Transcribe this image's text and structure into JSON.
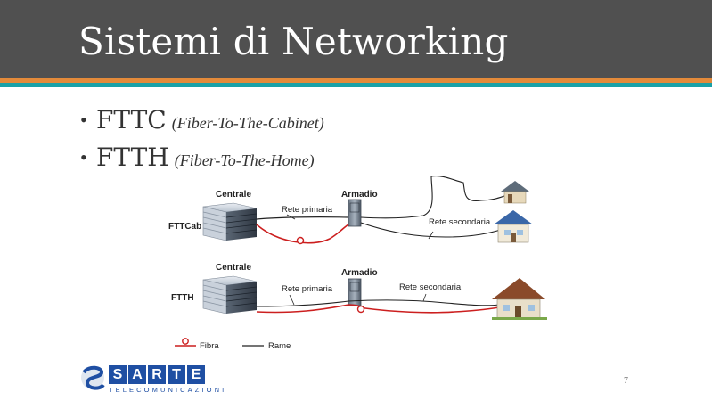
{
  "slide": {
    "title": "Sistemi di Networking",
    "bullets": [
      {
        "main": "FTTC",
        "sub": "(Fiber-To-The-Cabinet)"
      },
      {
        "main": "FTTH",
        "sub": "(Fiber-To-The-Home)"
      }
    ],
    "page_number": "7"
  },
  "diagram": {
    "fttc": {
      "label": "FTTCab",
      "centrale": "Centrale",
      "armadio": "Armadio",
      "rete_primaria": "Rete primaria",
      "rete_secondaria": "Rete secondaria"
    },
    "ftth": {
      "label": "FTTH",
      "centrale": "Centrale",
      "armadio": "Armadio",
      "rete_primaria": "Rete primaria",
      "rete_secondaria": "Rete secondaria"
    },
    "legend": {
      "fibra": "Fibra",
      "rame": "Rame"
    },
    "colors": {
      "fibra": "#cc1f1f",
      "rame": "#222222"
    }
  },
  "logo": {
    "letters": [
      "S",
      "A",
      "R",
      "T",
      "E"
    ],
    "subtitle": "TELECOMUNICAZIONI"
  },
  "theme": {
    "header": "#505050",
    "orange": "#e38a3a",
    "teal": "#19a1a7",
    "brand": "#1f4fa3"
  }
}
